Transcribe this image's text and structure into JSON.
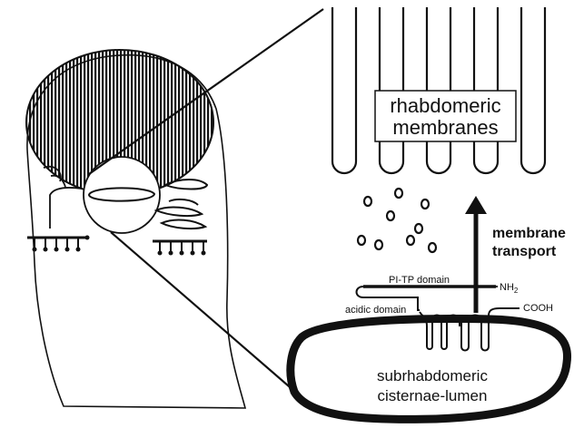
{
  "labels": {
    "rhabdomeric_line1": "rhabdomeric",
    "rhabdomeric_line2": "membranes",
    "transport_line1": "membrane",
    "transport_line2": "transport",
    "pitp_domain": "PI-TP domain",
    "nh2": "NH",
    "nh2_sub": "2",
    "cooh": "COOH",
    "acidic_domain": "acidic domain",
    "lumen_line1": "subrhabdomeric",
    "lumen_line2": "cisternae-lumen"
  },
  "colors": {
    "ink": "#111111",
    "background": "#ffffff"
  }
}
